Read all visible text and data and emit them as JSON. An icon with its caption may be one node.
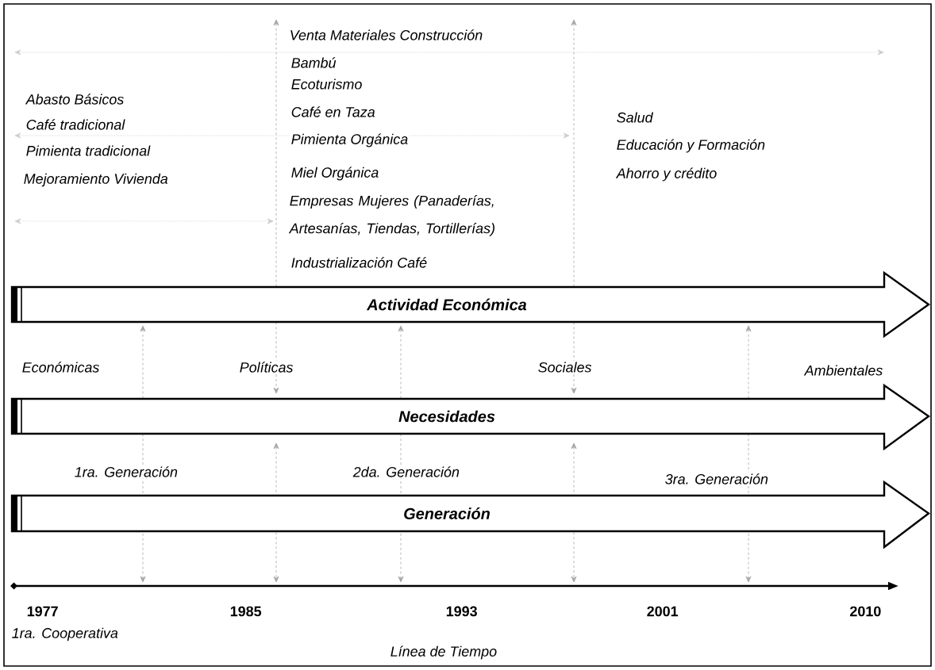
{
  "diagram": {
    "nodes": [
      {
        "text": [
          "Actividad Económica"
        ]
      },
      {
        "text": [
          "Necesidades"
        ]
      },
      {
        "text": [
          "Generación"
        ]
      }
    ],
    "labels": [
      "Venta Materiales Construcción",
      "Bambú",
      "Ecoturismo",
      "Abasto Básicos",
      "Café tradicional",
      "Café en Taza",
      "Salud",
      "Pimienta tradicional",
      "Pimienta Orgánica",
      "Educación y Formación",
      "Mejoramiento Vivienda",
      "Miel Orgánica",
      "Ahorro y crédito",
      "Empresas Mujeres (Panaderías, Artesanías, Tiendas, Tortillerías)",
      "Industrialización Café",
      "Económicas",
      "Políticas",
      "Sociales",
      "Ambientales",
      "1ra. Generación",
      "2da. Generación",
      "3ra. Generación",
      "1977",
      "1985",
      "1993",
      "2001",
      "2010",
      "1ra. Cooperativa",
      "Línea de Tiempo"
    ]
  }
}
